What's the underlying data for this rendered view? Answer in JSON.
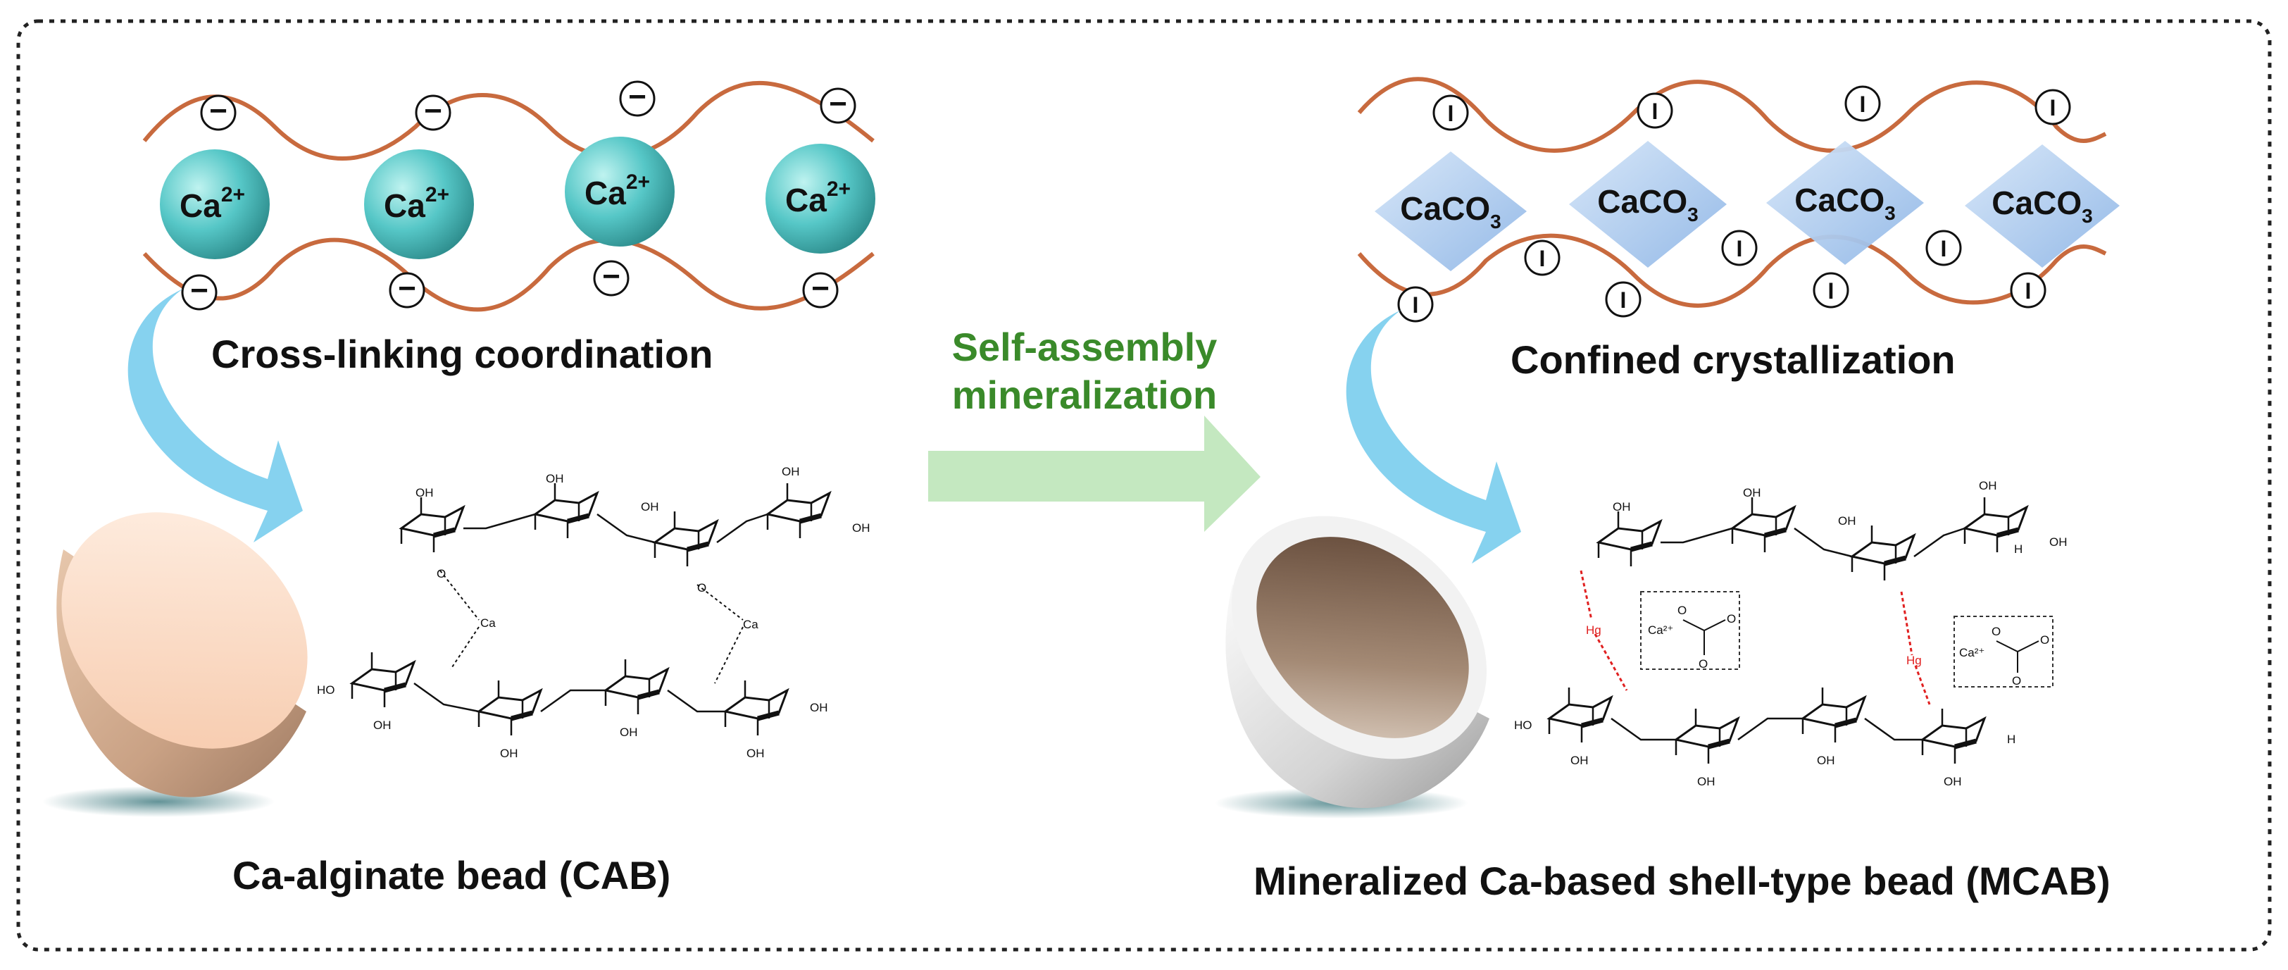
{
  "labels": {
    "cross_linking": "Cross-linking coordination",
    "self_assembly_line1": "Self-assembly",
    "self_assembly_line2": "mineralization",
    "confined": "Confined crystallization",
    "cab": "Ca-alginate bead (CAB)",
    "mcab": "Mineralized Ca-based shell-type bead (MCAB)"
  },
  "ions": {
    "calcium": "Ca",
    "calcium_charge": "2+",
    "carbonate": "CaCO",
    "carbonate_sub": "3",
    "negative_symbol": "−",
    "neutral_symbol": "I"
  },
  "chem_labels": {
    "oh": "OH",
    "ho": "HO",
    "o": "O",
    "ca": "Ca",
    "h": "H",
    "hg": "Hg",
    "ca2": "Ca²⁺"
  },
  "colors": {
    "green_text": "#3a8a2a",
    "arrow_green": "#c4e8c0",
    "curved_arrow": "#7fd0ee",
    "chain": "#c86a3e",
    "ca_sphere": "#56c7c7",
    "caco3": "#a9c8ee",
    "border": "#222222",
    "h_bond": "#e02020"
  }
}
